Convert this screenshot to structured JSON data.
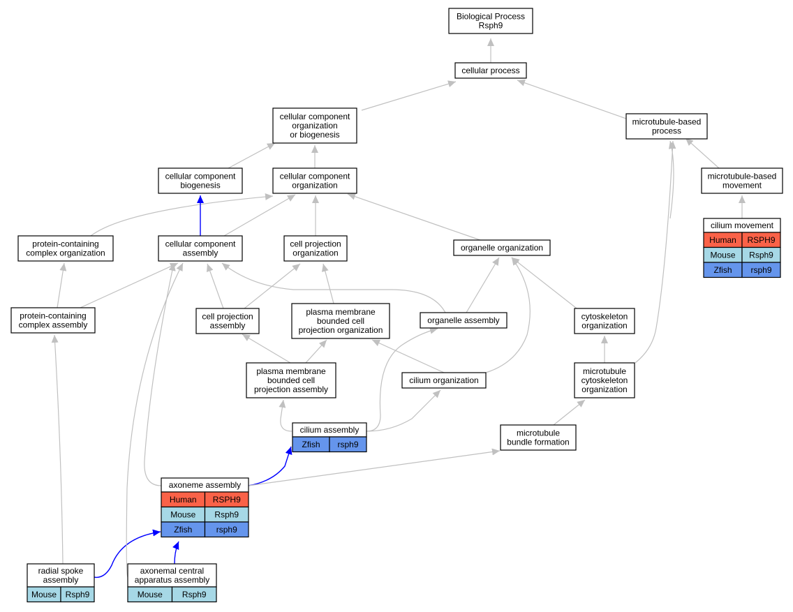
{
  "title": "",
  "colors": {
    "human": "#fa6248",
    "mouse": "#a6d8e6",
    "zfish": "#6595ec",
    "edge_default": "#c0c0c0",
    "edge_highlight": "#0000ff"
  },
  "nodes": [
    {
      "id": "bp",
      "lines": [
        "Biological Process",
        "Rsph9"
      ],
      "rows": []
    },
    {
      "id": "cp",
      "lines": [
        "cellular process"
      ],
      "rows": []
    },
    {
      "id": "ccob",
      "lines": [
        "cellular component",
        "organization",
        "or biogenesis"
      ],
      "rows": []
    },
    {
      "id": "mbp",
      "lines": [
        "microtubule-based",
        "process"
      ],
      "rows": []
    },
    {
      "id": "ccb",
      "lines": [
        "cellular component",
        "biogenesis"
      ],
      "rows": []
    },
    {
      "id": "cco",
      "lines": [
        "cellular component",
        "organization"
      ],
      "rows": []
    },
    {
      "id": "mbm",
      "lines": [
        "microtubule-based",
        "movement"
      ],
      "rows": []
    },
    {
      "id": "pcco",
      "lines": [
        "protein-containing",
        "complex organization"
      ],
      "rows": []
    },
    {
      "id": "cca",
      "lines": [
        "cellular component",
        "assembly"
      ],
      "rows": []
    },
    {
      "id": "cpo",
      "lines": [
        "cell projection",
        "organization"
      ],
      "rows": []
    },
    {
      "id": "oo",
      "lines": [
        "organelle organization"
      ],
      "rows": []
    },
    {
      "id": "cm",
      "lines": [
        "cilium movement"
      ],
      "rows": [
        {
          "species": "Human",
          "gene": "RSPH9",
          "color": "human"
        },
        {
          "species": "Mouse",
          "gene": "Rsph9",
          "color": "mouse"
        },
        {
          "species": "Zfish",
          "gene": "rsph9",
          "color": "zfish"
        }
      ]
    },
    {
      "id": "pcca",
      "lines": [
        "protein-containing",
        "complex assembly"
      ],
      "rows": []
    },
    {
      "id": "cpa",
      "lines": [
        "cell projection",
        "assembly"
      ],
      "rows": []
    },
    {
      "id": "pmbcpo",
      "lines": [
        "plasma membrane",
        "bounded cell",
        "projection organization"
      ],
      "rows": []
    },
    {
      "id": "oa",
      "lines": [
        "organelle assembly"
      ],
      "rows": []
    },
    {
      "id": "co",
      "lines": [
        "cytoskeleton",
        "organization"
      ],
      "rows": []
    },
    {
      "id": "pmbcpa",
      "lines": [
        "plasma membrane",
        "bounded cell",
        "projection assembly"
      ],
      "rows": []
    },
    {
      "id": "ciliumo",
      "lines": [
        "cilium organization"
      ],
      "rows": []
    },
    {
      "id": "mco",
      "lines": [
        "microtubule",
        "cytoskeleton",
        "organization"
      ],
      "rows": []
    },
    {
      "id": "ca",
      "lines": [
        "cilium assembly"
      ],
      "rows": [
        {
          "species": "Zfish",
          "gene": "rsph9",
          "color": "zfish"
        }
      ]
    },
    {
      "id": "mbf",
      "lines": [
        "microtubule",
        "bundle formation"
      ],
      "rows": []
    },
    {
      "id": "aa",
      "lines": [
        "axoneme assembly"
      ],
      "rows": [
        {
          "species": "Human",
          "gene": "RSPH9",
          "color": "human"
        },
        {
          "species": "Mouse",
          "gene": "Rsph9",
          "color": "mouse"
        },
        {
          "species": "Zfish",
          "gene": "rsph9",
          "color": "zfish"
        }
      ]
    },
    {
      "id": "rsa",
      "lines": [
        "radial spoke",
        "assembly"
      ],
      "rows": [
        {
          "species": "Mouse",
          "gene": "Rsph9",
          "color": "mouse"
        }
      ]
    },
    {
      "id": "acaa",
      "lines": [
        "axonemal central",
        "apparatus assembly"
      ],
      "rows": [
        {
          "species": "Mouse",
          "gene": "Rsph9",
          "color": "mouse"
        }
      ]
    }
  ]
}
